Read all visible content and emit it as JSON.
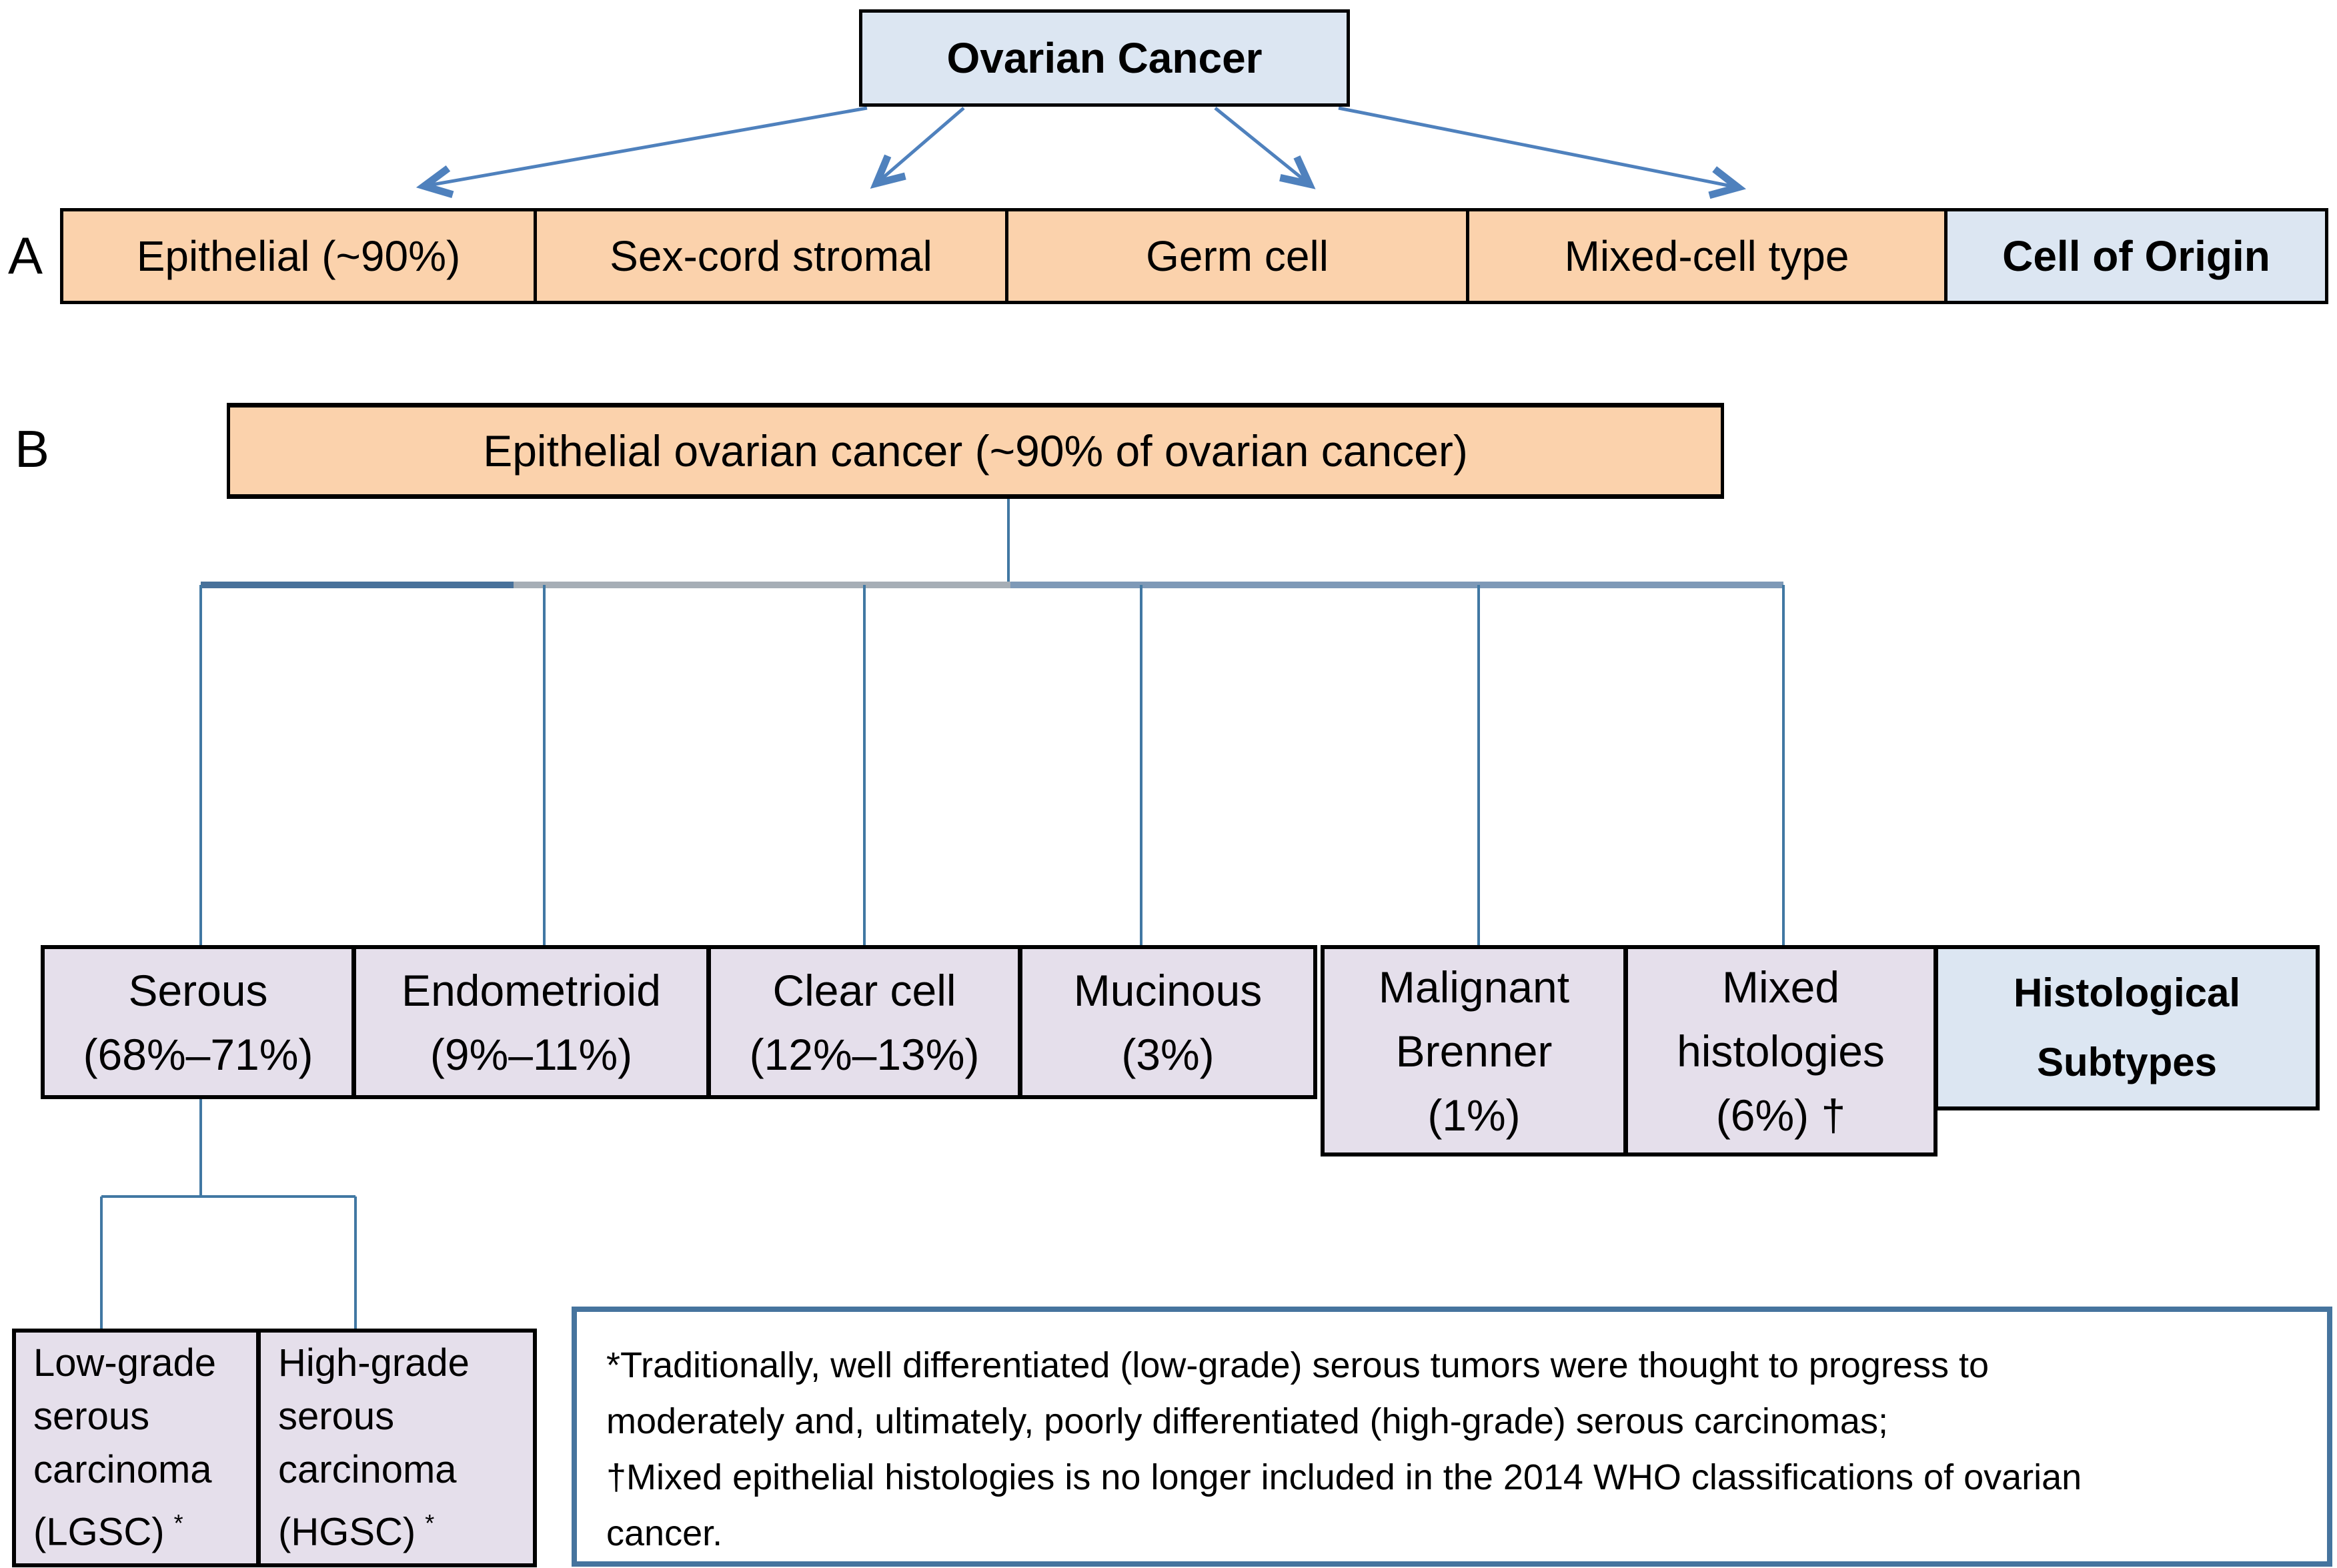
{
  "title": {
    "label": "Ovarian Cancer"
  },
  "panel_a": {
    "label": "A",
    "row_caption": "Cell of Origin",
    "cells": [
      {
        "label": "Epithelial (~90%)"
      },
      {
        "label": "Sex-cord stromal"
      },
      {
        "label": "Germ cell"
      },
      {
        "label": "Mixed-cell type"
      }
    ]
  },
  "panel_b": {
    "label": "B",
    "root_label": "Epithelial ovarian cancer (~90% of ovarian cancer)",
    "row_caption_lines": [
      "Histological",
      "Subtypes"
    ],
    "subtypes": [
      {
        "lines": [
          "Serous",
          "(68%–71%)"
        ]
      },
      {
        "lines": [
          "Endometrioid",
          "(9%–11%)"
        ]
      },
      {
        "lines": [
          "Clear cell",
          "(12%–13%)"
        ]
      },
      {
        "lines": [
          "Mucinous",
          "(3%)"
        ]
      },
      {
        "lines": [
          "Malignant",
          "Brenner",
          "(1%)"
        ]
      },
      {
        "lines": [
          "Mixed",
          "histologies",
          "(6%) †"
        ]
      }
    ],
    "serous_children": [
      {
        "lines": [
          "Low-grade",
          "serous",
          "carcinoma"
        ],
        "abbr": "(LGSC)",
        "marker": "*"
      },
      {
        "lines": [
          "High-grade",
          "serous",
          "carcinoma"
        ],
        "abbr": "(HGSC)",
        "marker": "*"
      }
    ]
  },
  "footnote": {
    "lines": [
      "*Traditionally, well differentiated (low-grade) serous tumors were thought to progress to",
      "moderately and, ultimately, poorly differentiated (high-grade) serous carcinomas;",
      "†Mixed epithelial histologies is no longer included in the 2014 WHO classifications of ovarian",
      "cancer."
    ]
  },
  "colors": {
    "peach_box": "#FBD2AC",
    "light_blue_box": "#DCE6F2",
    "lavender_box": "#E5DFEB",
    "arrow_blue": "#4F81BD",
    "connector_blue": "#4178A3",
    "footnote_border": "#46749E",
    "box_border": "#000000"
  }
}
